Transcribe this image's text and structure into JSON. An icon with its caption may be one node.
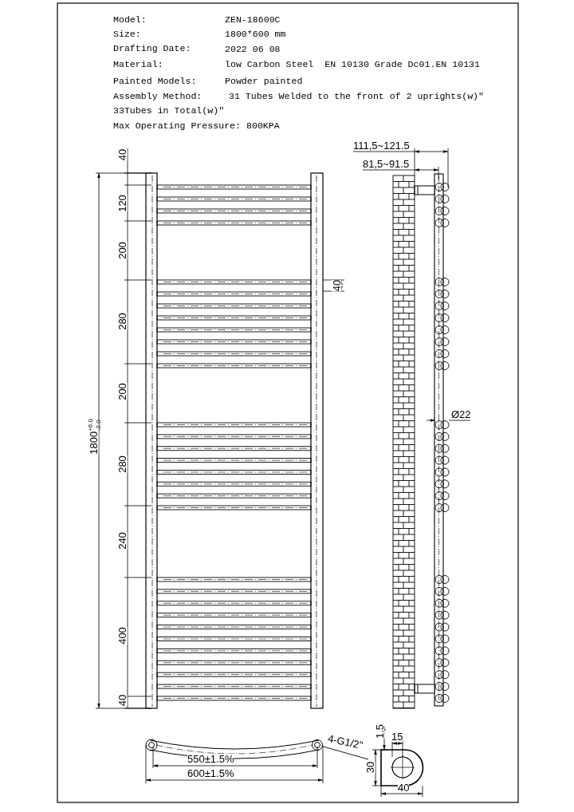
{
  "diagram": {
    "nodes": [
      {
        "text": [
          "4-G1/2\""
        ]
      },
      {
        "text": [],
        "shape": "circle"
      }
    ],
    "edges": [
      {
        "from": 0,
        "to": 1,
        "arrow": "none"
      }
    ],
    "labels": [
      "Model:",
      "ZEN-18600C",
      "Size:",
      "1800*600 mm",
      "Drafting Date:",
      "2022 06 08",
      "Material:",
      "low Carbon Steel  EN 10130 Grade Dc01.EN 10131",
      "Painted Models:",
      "Powder painted",
      "Assembly Method:",
      "31 Tubes Welded to the front of 2 uprights(w)\"",
      "33Tubes in Total(w)\"",
      "Max Operating Pressure: 800KPA",
      "111,5~121.5",
      "81,5~91.5",
      "40",
      "120",
      "200",
      "40",
      "280",
      "200",
      "Ø22",
      "1800$^{+6.0}$$_{-2.0}$",
      "280",
      "240",
      "400",
      "40",
      "550±1.5%",
      "600±1.5%",
      "1.5",
      "15",
      "30",
      "40"
    ]
  }
}
